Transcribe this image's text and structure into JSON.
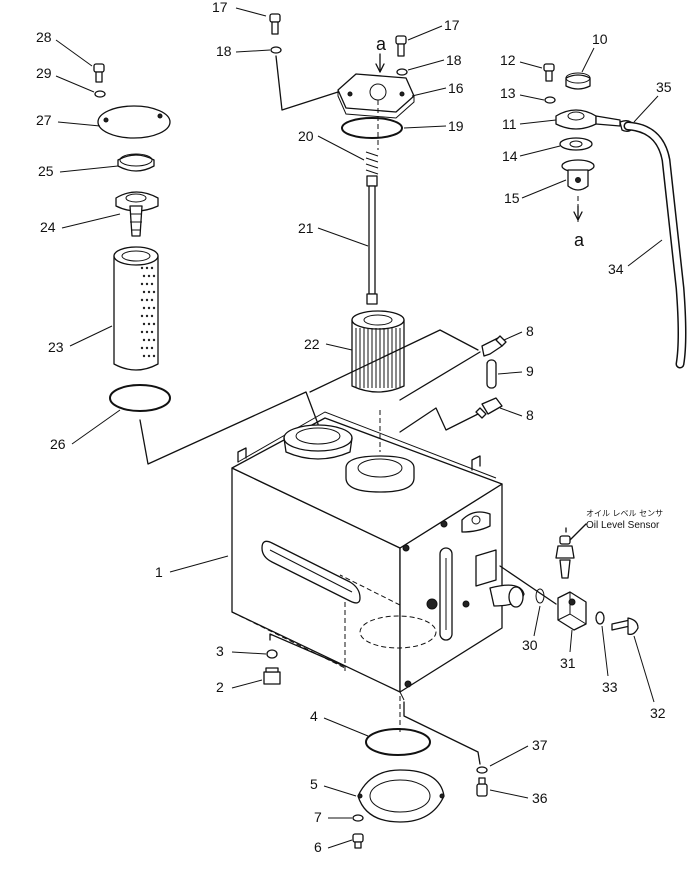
{
  "diagram": {
    "callouts": [
      {
        "id": "c1",
        "label": "1"
      },
      {
        "id": "c2",
        "label": "2"
      },
      {
        "id": "c3",
        "label": "3"
      },
      {
        "id": "c4",
        "label": "4"
      },
      {
        "id": "c5",
        "label": "5"
      },
      {
        "id": "c6",
        "label": "6"
      },
      {
        "id": "c7",
        "label": "7"
      },
      {
        "id": "c8a",
        "label": "8"
      },
      {
        "id": "c8b",
        "label": "8"
      },
      {
        "id": "c9",
        "label": "9"
      },
      {
        "id": "c10",
        "label": "10"
      },
      {
        "id": "c11",
        "label": "11"
      },
      {
        "id": "c12",
        "label": "12"
      },
      {
        "id": "c13",
        "label": "13"
      },
      {
        "id": "c14",
        "label": "14"
      },
      {
        "id": "c15",
        "label": "15"
      },
      {
        "id": "c16",
        "label": "16"
      },
      {
        "id": "c17a",
        "label": "17"
      },
      {
        "id": "c17b",
        "label": "17"
      },
      {
        "id": "c18a",
        "label": "18"
      },
      {
        "id": "c18b",
        "label": "18"
      },
      {
        "id": "c19",
        "label": "19"
      },
      {
        "id": "c20",
        "label": "20"
      },
      {
        "id": "c21",
        "label": "21"
      },
      {
        "id": "c22",
        "label": "22"
      },
      {
        "id": "c23",
        "label": "23"
      },
      {
        "id": "c24",
        "label": "24"
      },
      {
        "id": "c25",
        "label": "25"
      },
      {
        "id": "c26",
        "label": "26"
      },
      {
        "id": "c27",
        "label": "27"
      },
      {
        "id": "c28",
        "label": "28"
      },
      {
        "id": "c29",
        "label": "29"
      },
      {
        "id": "c30",
        "label": "30"
      },
      {
        "id": "c31",
        "label": "31"
      },
      {
        "id": "c32",
        "label": "32"
      },
      {
        "id": "c33",
        "label": "33"
      },
      {
        "id": "c34",
        "label": "34"
      },
      {
        "id": "c35",
        "label": "35"
      },
      {
        "id": "c36",
        "label": "36"
      },
      {
        "id": "c37",
        "label": "37"
      }
    ],
    "ref_marks": {
      "top": "a",
      "bottom": "a"
    },
    "sensor_label": {
      "jp": "オイル レベル センサ",
      "en": "Oil Level Sensor"
    }
  }
}
